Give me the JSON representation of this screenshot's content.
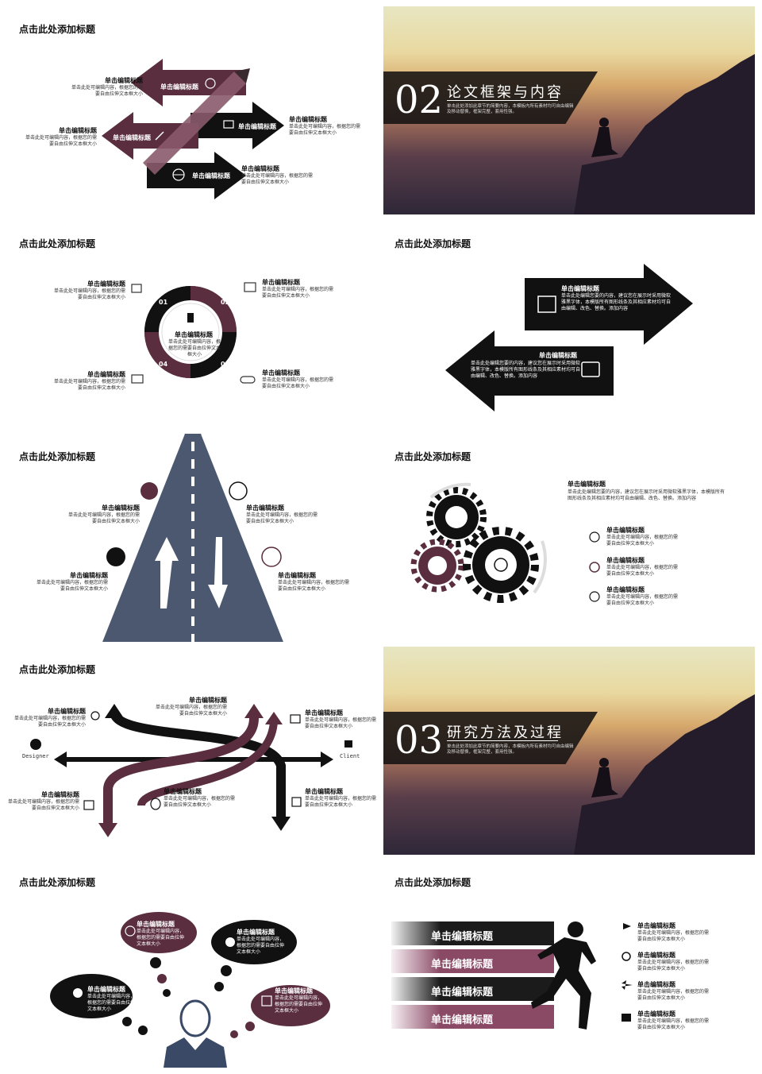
{
  "common": {
    "slide_title": "点击此处添加标题",
    "edit_title": "单击编辑标题",
    "edit_desc_short": "单击此处可编辑内容，根据您的需要自由拉伸文本框大小",
    "edit_desc_long": "单击此处编辑您要的内容，建议您在展示时采用微软雅黑字体，本模版所有图形线条及其相应素材均可自由编辑、改色、替换。添加内容",
    "edit_desc_circle": "单击此处可编辑内容，根据您的需要自由拉伸文本框大小"
  },
  "section2": {
    "number": "02",
    "heading": "论文框架与内容",
    "desc": "单击此处添加此章节的简要内容，本模板内所有素材均可自由编辑及移动替换，框架完整，套用性强。"
  },
  "section3": {
    "number": "03",
    "heading": "研究方法及过程",
    "desc": "单击此处添加此章节的简要内容，本模板内所有素材均可自由编辑及移动替换，框架完整，套用性强。"
  },
  "circle_numbers": [
    "01",
    "02",
    "03",
    "04"
  ],
  "flow_labels": {
    "left": "Designer",
    "right": "Client"
  },
  "strips": [
    "单击编辑标题",
    "单击编辑标题",
    "单击编辑标题",
    "单击编辑标题"
  ],
  "colors": {
    "maroon": "#5a2e3e",
    "black": "#111111",
    "road": "#4b5870",
    "pink": "#b06888"
  }
}
